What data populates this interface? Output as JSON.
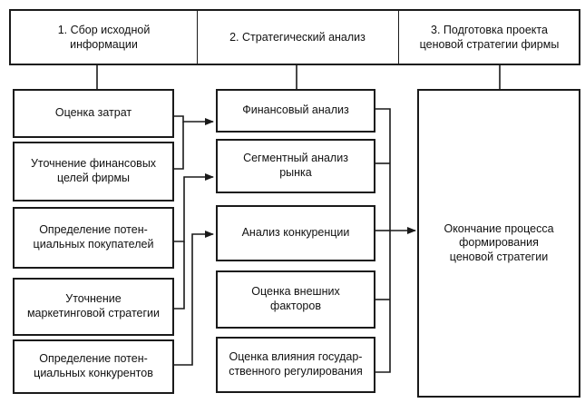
{
  "header": {
    "col1": "1. Сбор исходной\nинформации",
    "col2": "2. Стратегический анализ",
    "col3": "3. Подготовка проекта\nценовой стратегии фирмы"
  },
  "left": [
    "Оценка затрат",
    "Уточнение финансовых\nцелей фирмы",
    "Определение потен-\nциальных покупателей",
    "Уточнение\nмаркетинговой стратегии",
    "Определение потен-\nциальных конкурентов"
  ],
  "middle": [
    "Финансовый анализ",
    "Сегментный анализ\nрынка",
    "Анализ конкуренции",
    "Оценка внешних\nфакторов",
    "Оценка влияния государ-\nственного регулирования"
  ],
  "right": "Окончание процесса\nформирования\nценовой стратегии"
}
